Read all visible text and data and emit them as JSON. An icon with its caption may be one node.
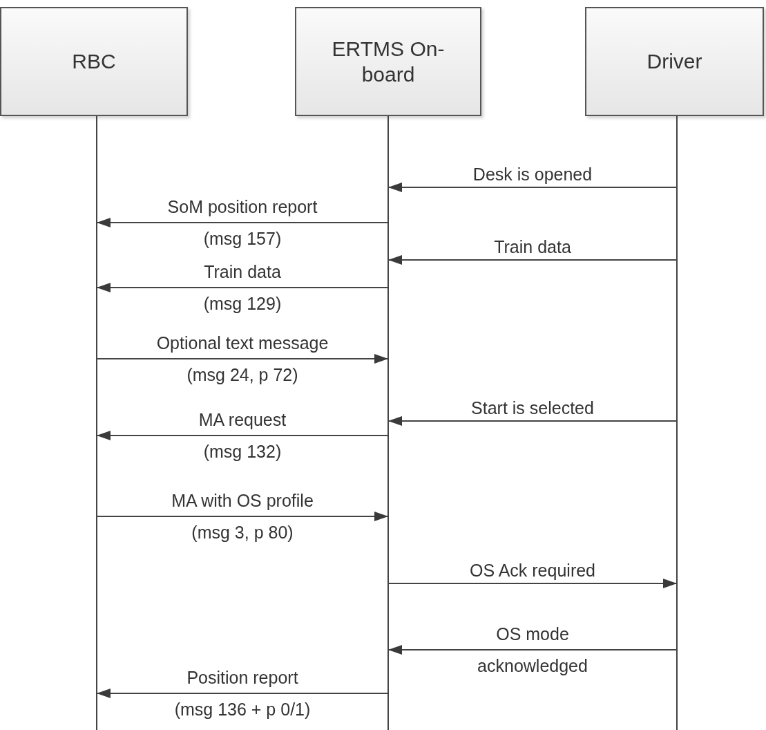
{
  "diagram": {
    "nodes": [
      {
        "text": [
          "RBC"
        ]
      },
      {
        "text": [
          "ERTMS On-board"
        ]
      },
      {
        "text": [
          "Driver"
        ]
      }
    ],
    "edges": [
      {
        "from": 2,
        "to": 1,
        "arrow": "to",
        "label": "Desk is opened"
      },
      {
        "from": 1,
        "to": 0,
        "arrow": "to",
        "label": "SoM position report (msg 157)"
      },
      {
        "from": 2,
        "to": 1,
        "arrow": "to",
        "label": "Train data"
      },
      {
        "from": 1,
        "to": 0,
        "arrow": "to",
        "label": "Train data (msg 129)"
      },
      {
        "from": 0,
        "to": 1,
        "arrow": "to",
        "label": "Optional text message (msg 24, p 72)"
      },
      {
        "from": 2,
        "to": 1,
        "arrow": "to",
        "label": "Start is selected"
      },
      {
        "from": 1,
        "to": 0,
        "arrow": "to",
        "label": "MA request (msg 132)"
      },
      {
        "from": 0,
        "to": 1,
        "arrow": "to",
        "label": "MA with OS profile (msg 3, p 80)"
      },
      {
        "from": 1,
        "to": 2,
        "arrow": "to",
        "label": "OS Ack required"
      },
      {
        "from": 2,
        "to": 1,
        "arrow": "to",
        "label": "OS mode acknowledged"
      },
      {
        "from": 1,
        "to": 0,
        "arrow": "to",
        "label": "Position report (msg 136 + p 0/1)"
      }
    ]
  }
}
